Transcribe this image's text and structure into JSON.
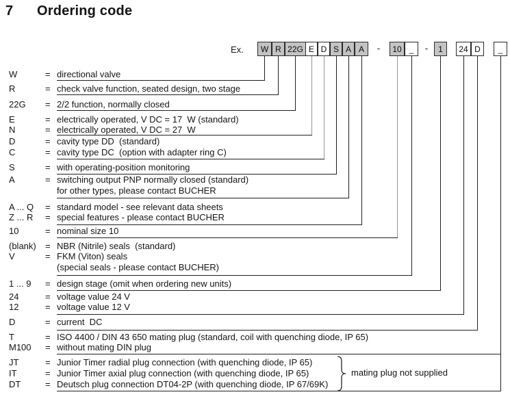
{
  "page": {
    "section_number": "7",
    "title": "Ordering code",
    "example_label": "Ex."
  },
  "colors": {
    "shaded_box": "#c3c3c3",
    "line": "#1f1f1f",
    "light_line": "#959595",
    "text": "#141414"
  },
  "code_boxes": [
    {
      "label": "W",
      "shaded": true
    },
    {
      "label": "R",
      "shaded": true
    },
    {
      "label": "22G",
      "shaded": true
    },
    {
      "label": "E",
      "shaded": false
    },
    {
      "label": "D",
      "shaded": false
    },
    {
      "label": "S",
      "shaded": true
    },
    {
      "label": "A",
      "shaded": true
    },
    {
      "label": "A",
      "shaded": true
    },
    {
      "label": "-",
      "separator": true
    },
    {
      "label": "10",
      "shaded": true
    },
    {
      "label": "_",
      "shaded": false
    },
    {
      "label": "-",
      "separator": true
    },
    {
      "label": "1",
      "shaded": true
    },
    {
      "label": "24",
      "shaded": false
    },
    {
      "label": "D",
      "shaded": false
    },
    {
      "label": "_",
      "shaded": false
    }
  ],
  "rows": [
    {
      "code": "W",
      "eq": "=",
      "text": "directional valve"
    },
    {
      "code": "R",
      "eq": "=",
      "text": "check valve function, seated design, two stage"
    },
    {
      "code": "22G",
      "eq": "=",
      "text": "2/2 function, normally closed"
    },
    {
      "code": "E",
      "eq": "=",
      "text": "electrically operated, V DC = 17  W (standard)"
    },
    {
      "code": "N",
      "eq": "=",
      "text": "electrically operated, V DC = 27  W"
    },
    {
      "code": "D",
      "eq": "=",
      "text": "cavity type DD  (standard)"
    },
    {
      "code": "C",
      "eq": "=",
      "text": "cavity type DC  (option with adapter ring C)"
    },
    {
      "code": "S",
      "eq": "=",
      "text": "with operating-position monitoring"
    },
    {
      "code": "A",
      "eq": "=",
      "text": "switching output PNP normally closed (standard)"
    },
    {
      "text": "for other types, please contact BUCHER"
    },
    {
      "code": "A ... Q",
      "eq": "=",
      "text": "standard model - see relevant data sheets"
    },
    {
      "code": "Z ... R",
      "eq": "=",
      "text": "special features - please contact BUCHER"
    },
    {
      "code": "10",
      "eq": "=",
      "text": "nominal size 10"
    },
    {
      "code": "(blank)",
      "eq": "=",
      "text": "NBR (Nitrile) seals  (standard)"
    },
    {
      "code": "V",
      "eq": "=",
      "text": "FKM (Viton) seals"
    },
    {
      "text": "(special seals - please contact BUCHER)"
    },
    {
      "code": "1 ... 9",
      "eq": "=",
      "text": "design stage (omit when ordering new units)"
    },
    {
      "code": "24",
      "eq": "=",
      "text": "voltage value 24 V"
    },
    {
      "code": "12",
      "eq": "=",
      "text": "voltage value 12 V"
    },
    {
      "code": "D",
      "eq": "=",
      "text": "current  DC"
    },
    {
      "code": "T",
      "eq": "=",
      "text": "ISO 4400 / DIN 43 650 mating plug (standard, coil with quenching diode, IP 65)"
    },
    {
      "code": "M100",
      "eq": "=",
      "text": "without mating DIN plug"
    },
    {
      "code": "JT",
      "eq": "=",
      "text": "Junior Timer radial plug connection (with quenching diode, IP 65)"
    },
    {
      "code": "IT",
      "eq": "=",
      "text": "Junior Timer axial plug connection (with quenching diode, IP 65)"
    },
    {
      "code": "DT",
      "eq": "=",
      "text": "Deutsch plug connection DT04-2P (with quenching diode, IP 67/69K)"
    }
  ],
  "brace_note": "mating plug not supplied"
}
